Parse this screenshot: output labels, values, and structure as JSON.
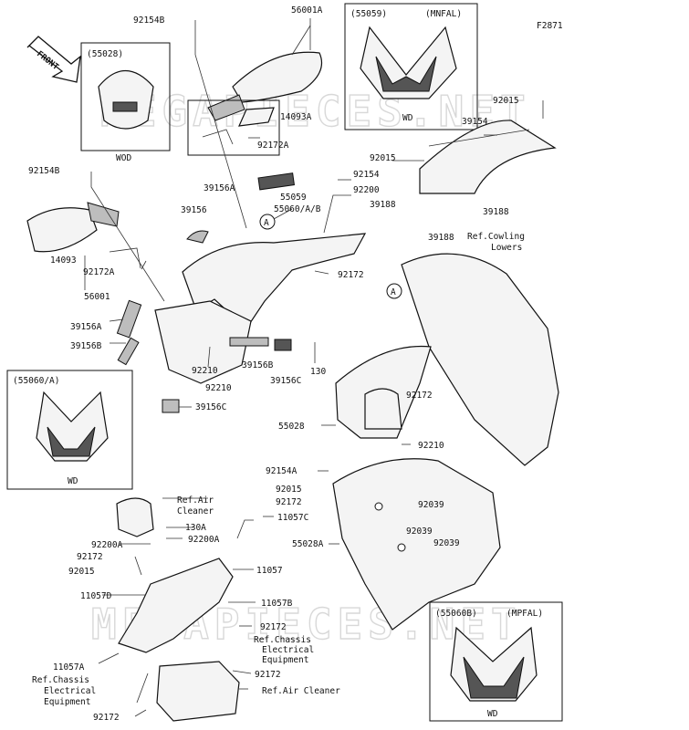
{
  "figure_code": "F2871",
  "front_label": "FRONT",
  "watermark": "MEGAPIECES.NET",
  "ref_marker": "A",
  "insets": {
    "inset_55028": {
      "code": "(55028)",
      "tag": "WOD"
    },
    "inset_55059": {
      "code": "(55059)",
      "variant": "(MNFAL)",
      "tag": "WD"
    },
    "inset_55060a": {
      "code": "(55060/A)",
      "tag": "WD"
    },
    "inset_55060b": {
      "code": "(55060B)",
      "variant": "(MPFAL)",
      "tag": "WD"
    }
  },
  "labels": {
    "l_92154b_top": "92154B",
    "l_56001a": "56001A",
    "l_14093a": "14093A",
    "l_92172a_top": "92172A",
    "l_92015_r": "92015",
    "l_39154": "39154",
    "l_92015_r2": "92015",
    "l_92154b_left": "92154B",
    "l_92154": "92154",
    "l_39156a_mid": "39156A",
    "l_92200": "92200",
    "l_55059": "55059",
    "l_55060ab": "55060/A/B",
    "l_39188_a": "39188",
    "l_39188_b": "39188",
    "l_39188_c": "39188",
    "l_ref_cowling_1": "Ref.Cowling",
    "l_ref_cowling_2": "Lowers",
    "l_39156": "39156",
    "l_14093": "14093",
    "l_92172a_left": "92172A",
    "l_92172_mid": "92172",
    "l_56001": "56001",
    "l_39156a_left": "39156A",
    "l_39156b_left": "39156B",
    "l_92210_a": "92210",
    "l_39156b_mid": "39156B",
    "l_92210_b": "92210",
    "l_39156c_mid": "39156C",
    "l_130": "130",
    "l_92172_right": "92172",
    "l_39156c_left": "39156C",
    "l_55028": "55028",
    "l_92210_c": "92210",
    "l_92154a": "92154A",
    "l_ref_air_1": "Ref.Air",
    "l_ref_air_2": "Cleaner",
    "l_92015_c": "92015",
    "l_92172_c": "92172",
    "l_11057c": "11057C",
    "l_130a": "130A",
    "l_92200a_1": "92200A",
    "l_92200a_2": "92200A",
    "l_92039_a": "92039",
    "l_92039_b": "92039",
    "l_92039_c": "92039",
    "l_55028a": "55028A",
    "l_92172_l1": "92172",
    "l_92015_l": "92015",
    "l_11057": "11057",
    "l_11057d": "11057D",
    "l_11057b": "11057B",
    "l_92172_c2": "92172",
    "l_ref_chassis_r1": "Ref.Chassis",
    "l_ref_chassis_r2": "Electrical",
    "l_ref_chassis_r3": "Equipment",
    "l_11057a": "11057A",
    "l_ref_chassis_l1": "Ref.Chassis",
    "l_ref_chassis_l2": "Electrical",
    "l_ref_chassis_l3": "Equipment",
    "l_92172_c3": "92172",
    "l_ref_air_bottom": "Ref.Air Cleaner",
    "l_92172_bottom": "92172"
  }
}
